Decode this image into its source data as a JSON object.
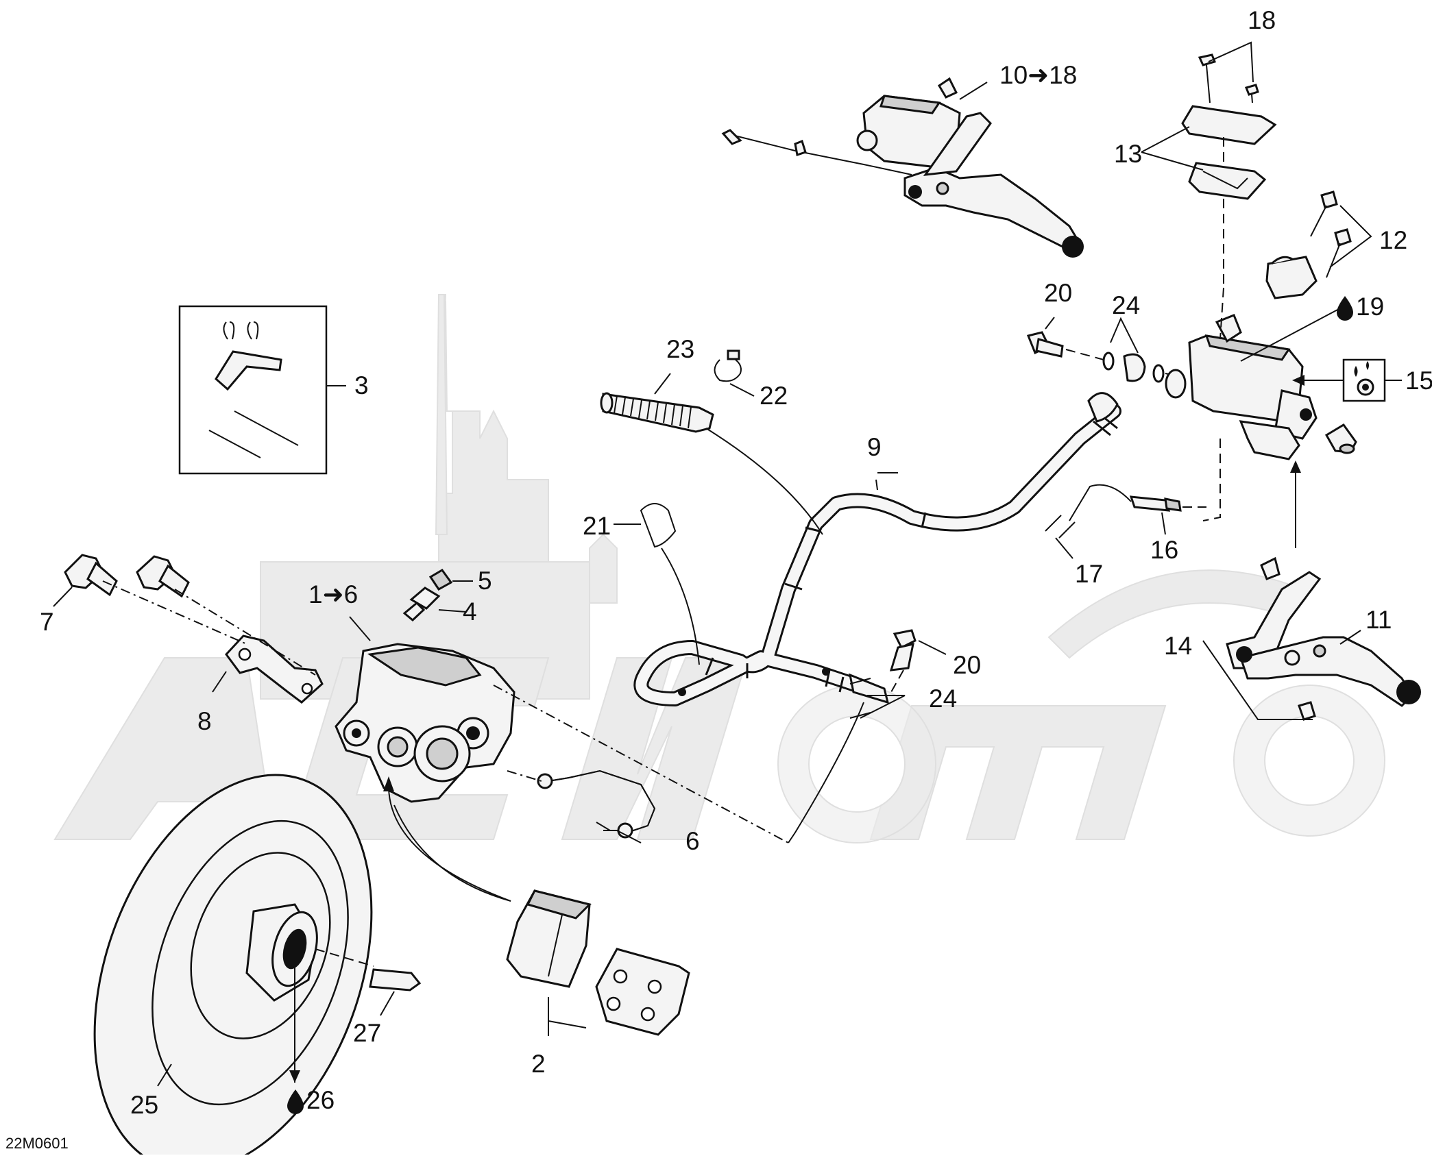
{
  "diagram_code": "22M0601",
  "callouts": {
    "c1": "1➜6",
    "c2": "2",
    "c3": "3",
    "c4": "4",
    "c5": "5",
    "c6": "6",
    "c7": "7",
    "c8": "8",
    "c9": "9",
    "c10": "10➜18",
    "c11": "11",
    "c12": "12",
    "c13": "13",
    "c14": "14",
    "c15": "15",
    "c16": "16",
    "c17": "17",
    "c18": "18",
    "c19": "19",
    "c20a": "20",
    "c20b": "20",
    "c21": "21",
    "c22": "22",
    "c23": "23",
    "c24a": "24",
    "c24b": "24",
    "c25": "25",
    "c26": "26",
    "c27": "27"
  },
  "icons": {
    "oil_drop": "oil-drop-icon",
    "arrow": "arrow-right-icon",
    "fluid_cap": "fluid-level-icon"
  },
  "colors": {
    "line": "#111111",
    "part_fill": "#f4f4f4",
    "watermark": "#e9e9e9"
  }
}
